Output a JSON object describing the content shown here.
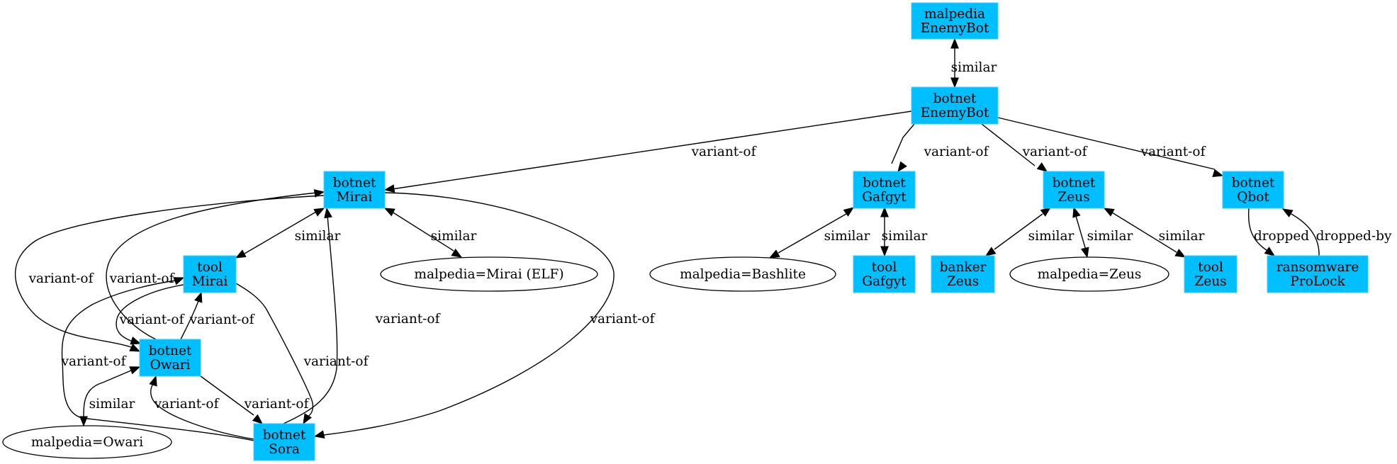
{
  "graph": {
    "colors": {
      "box_fill": "#00bfff",
      "ellipse_fill": "#ffffff",
      "edge": "#000000"
    },
    "nodes": [
      {
        "id": "malpedia_enemybot",
        "shape": "box",
        "lines": [
          "malpedia",
          "EnemyBot"
        ]
      },
      {
        "id": "botnet_enemybot",
        "shape": "box",
        "lines": [
          "botnet",
          "EnemyBot"
        ]
      },
      {
        "id": "botnet_mirai",
        "shape": "box",
        "lines": [
          "botnet",
          "Mirai"
        ]
      },
      {
        "id": "botnet_gafgyt",
        "shape": "box",
        "lines": [
          "botnet",
          "Gafgyt"
        ]
      },
      {
        "id": "botnet_zeus",
        "shape": "box",
        "lines": [
          "botnet",
          "Zeus"
        ]
      },
      {
        "id": "botnet_qbot",
        "shape": "box",
        "lines": [
          "botnet",
          "Qbot"
        ]
      },
      {
        "id": "tool_mirai",
        "shape": "box",
        "lines": [
          "tool",
          "Mirai"
        ]
      },
      {
        "id": "malpedia_mirai_elf",
        "shape": "ellipse",
        "lines": [
          "malpedia=Mirai (ELF)"
        ]
      },
      {
        "id": "malpedia_bashlite",
        "shape": "ellipse",
        "lines": [
          "malpedia=Bashlite"
        ]
      },
      {
        "id": "tool_gafgyt",
        "shape": "box",
        "lines": [
          "tool",
          "Gafgyt"
        ]
      },
      {
        "id": "banker_zeus",
        "shape": "box",
        "lines": [
          "banker",
          "Zeus"
        ]
      },
      {
        "id": "malpedia_zeus",
        "shape": "ellipse",
        "lines": [
          "malpedia=Zeus"
        ]
      },
      {
        "id": "tool_zeus",
        "shape": "box",
        "lines": [
          "tool",
          "Zeus"
        ]
      },
      {
        "id": "ransomware_prolock",
        "shape": "box",
        "lines": [
          "ransomware",
          "ProLock"
        ]
      },
      {
        "id": "botnet_owari",
        "shape": "box",
        "lines": [
          "botnet",
          "Owari"
        ]
      },
      {
        "id": "malpedia_owari",
        "shape": "ellipse",
        "lines": [
          "malpedia=Owari"
        ]
      },
      {
        "id": "botnet_sora",
        "shape": "box",
        "lines": [
          "botnet",
          "Sora"
        ]
      }
    ],
    "edges": [
      {
        "id": "e1",
        "from": "botnet_enemybot",
        "to": "malpedia_enemybot",
        "label": "similar",
        "dir": "both"
      },
      {
        "id": "e2",
        "from": "botnet_enemybot",
        "to": "botnet_mirai",
        "label": "variant-of",
        "dir": "forward"
      },
      {
        "id": "e3",
        "from": "botnet_enemybot",
        "to": "botnet_gafgyt",
        "label": "variant-of",
        "dir": "forward"
      },
      {
        "id": "e4",
        "from": "botnet_enemybot",
        "to": "botnet_zeus",
        "label": "variant-of",
        "dir": "forward"
      },
      {
        "id": "e5",
        "from": "botnet_enemybot",
        "to": "botnet_qbot",
        "label": "variant-of",
        "dir": "forward"
      },
      {
        "id": "e6",
        "from": "botnet_mirai",
        "to": "tool_mirai",
        "label": "similar",
        "dir": "both"
      },
      {
        "id": "e7",
        "from": "botnet_mirai",
        "to": "malpedia_mirai_elf",
        "label": "similar",
        "dir": "both"
      },
      {
        "id": "e8",
        "from": "botnet_mirai",
        "to": "botnet_owari",
        "label": "variant-of",
        "dir": "forward"
      },
      {
        "id": "e9",
        "from": "botnet_owari",
        "to": "botnet_mirai",
        "label": "variant-of",
        "dir": "forward"
      },
      {
        "id": "e10",
        "from": "botnet_sora",
        "to": "botnet_mirai",
        "label": "variant-of",
        "dir": "forward"
      },
      {
        "id": "e11",
        "from": "botnet_mirai",
        "to": "botnet_sora",
        "label": "variant-of",
        "dir": "forward"
      },
      {
        "id": "e12",
        "from": "tool_mirai",
        "to": "botnet_owari",
        "label": "variant-of",
        "dir": "forward"
      },
      {
        "id": "e13",
        "from": "botnet_owari",
        "to": "tool_mirai",
        "label": "variant-of",
        "dir": "forward"
      },
      {
        "id": "e14",
        "from": "tool_mirai",
        "to": "botnet_sora",
        "label": "variant-of",
        "dir": "forward"
      },
      {
        "id": "e15",
        "from": "botnet_sora",
        "to": "tool_mirai",
        "label": "variant-of",
        "dir": "forward"
      },
      {
        "id": "e16",
        "from": "botnet_owari",
        "to": "malpedia_owari",
        "label": "similar",
        "dir": "both"
      },
      {
        "id": "e17",
        "from": "botnet_sora",
        "to": "botnet_owari",
        "label": "variant-of",
        "dir": "forward"
      },
      {
        "id": "e18",
        "from": "botnet_owari",
        "to": "botnet_sora",
        "label": "variant-of",
        "dir": "forward"
      },
      {
        "id": "e19",
        "from": "botnet_gafgyt",
        "to": "malpedia_bashlite",
        "label": "similar",
        "dir": "both"
      },
      {
        "id": "e20",
        "from": "botnet_gafgyt",
        "to": "tool_gafgyt",
        "label": "similar",
        "dir": "both"
      },
      {
        "id": "e21",
        "from": "botnet_zeus",
        "to": "banker_zeus",
        "label": "similar",
        "dir": "both"
      },
      {
        "id": "e22",
        "from": "botnet_zeus",
        "to": "malpedia_zeus",
        "label": "similar",
        "dir": "both"
      },
      {
        "id": "e23",
        "from": "botnet_zeus",
        "to": "tool_zeus",
        "label": "similar",
        "dir": "both"
      },
      {
        "id": "e24",
        "from": "botnet_qbot",
        "to": "ransomware_prolock",
        "label": "dropped",
        "dir": "forward"
      },
      {
        "id": "e25",
        "from": "ransomware_prolock",
        "to": "botnet_qbot",
        "label": "dropped-by",
        "dir": "forward"
      }
    ]
  }
}
